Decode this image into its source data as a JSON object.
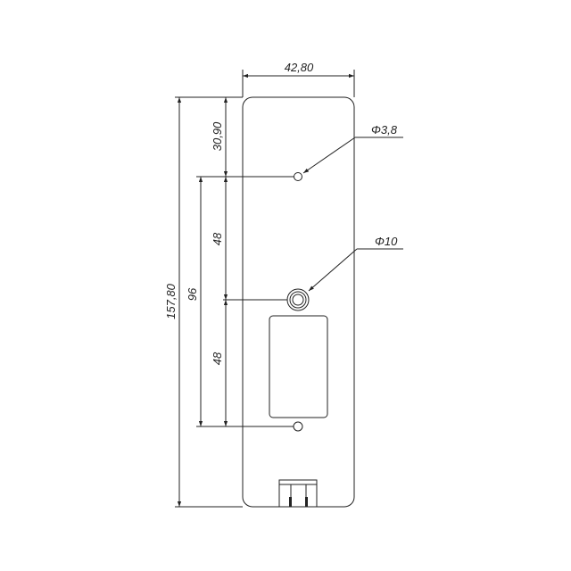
{
  "dimensions": {
    "width": "42,80",
    "top_offset": "30,90",
    "spacing_upper": "48",
    "spacing_lower": "48",
    "hole_span": "96",
    "total_height": "157,80"
  },
  "callouts": {
    "small_hole": "Φ3,8",
    "large_hole": "Φ10"
  },
  "colors": {
    "line": "#222222",
    "background": "#ffffff"
  }
}
